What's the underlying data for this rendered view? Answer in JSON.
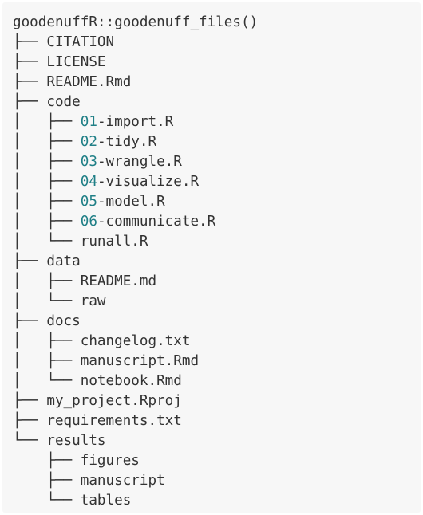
{
  "root_command": "goodenuffR::goodenuff_files()",
  "colors": {
    "background": "#f7f7f7",
    "text": "#333333",
    "number_prefix": "#1f7f86"
  },
  "tree": [
    {
      "prefix": "├── ",
      "name": "CITATION"
    },
    {
      "prefix": "├── ",
      "name": "LICENSE"
    },
    {
      "prefix": "├── ",
      "name": "README.Rmd"
    },
    {
      "prefix": "├── ",
      "name": "code"
    },
    {
      "prefix": "│   ├── ",
      "num": "01",
      "name": "-import.R"
    },
    {
      "prefix": "│   ├── ",
      "num": "02",
      "name": "-tidy.R"
    },
    {
      "prefix": "│   ├── ",
      "num": "03",
      "name": "-wrangle.R"
    },
    {
      "prefix": "│   ├── ",
      "num": "04",
      "name": "-visualize.R"
    },
    {
      "prefix": "│   ├── ",
      "num": "05",
      "name": "-model.R"
    },
    {
      "prefix": "│   ├── ",
      "num": "06",
      "name": "-communicate.R"
    },
    {
      "prefix": "│   └── ",
      "name": "runall.R"
    },
    {
      "prefix": "├── ",
      "name": "data"
    },
    {
      "prefix": "│   ├── ",
      "name": "README.md"
    },
    {
      "prefix": "│   └── ",
      "name": "raw"
    },
    {
      "prefix": "├── ",
      "name": "docs"
    },
    {
      "prefix": "│   ├── ",
      "name": "changelog.txt"
    },
    {
      "prefix": "│   ├── ",
      "name": "manuscript.Rmd"
    },
    {
      "prefix": "│   └── ",
      "name": "notebook.Rmd"
    },
    {
      "prefix": "├── ",
      "name": "my_project.Rproj"
    },
    {
      "prefix": "├── ",
      "name": "requirements.txt"
    },
    {
      "prefix": "└── ",
      "name": "results"
    },
    {
      "prefix": "    ├── ",
      "name": "figures"
    },
    {
      "prefix": "    ├── ",
      "name": "manuscript"
    },
    {
      "prefix": "    └── ",
      "name": "tables"
    }
  ]
}
